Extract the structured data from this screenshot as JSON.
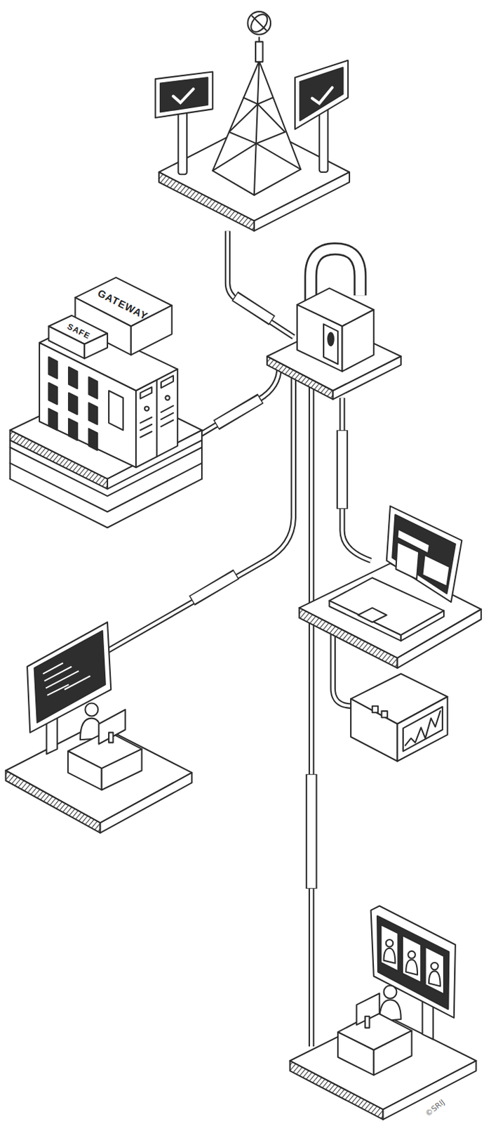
{
  "diagram": {
    "nodes": [
      {
        "text": [
          "GATEWAY"
        ]
      },
      {
        "text": [
          "SAFE"
        ]
      }
    ],
    "labels": [
      "©SRIJ"
    ]
  }
}
